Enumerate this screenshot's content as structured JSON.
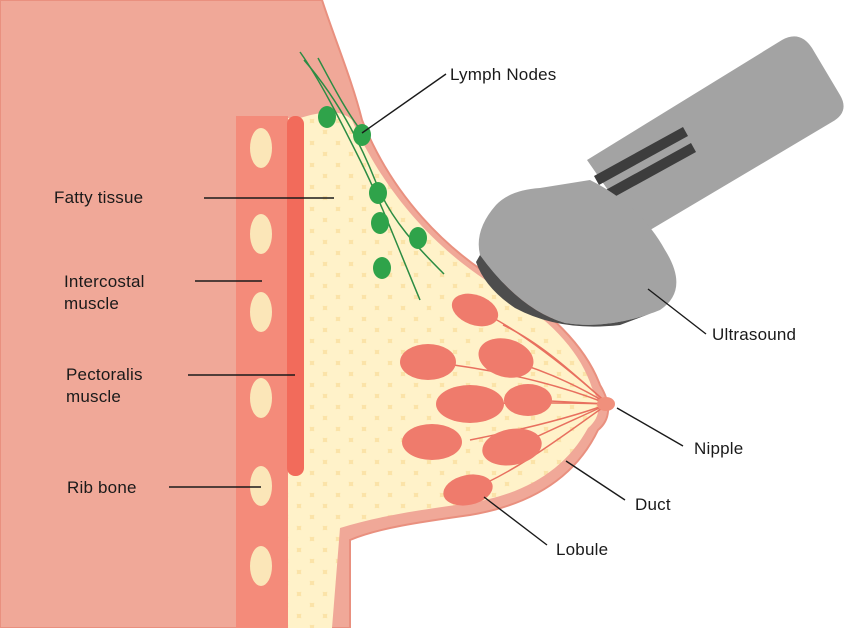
{
  "colors": {
    "skin": "#f0a898",
    "skin_outline": "#e9907f",
    "muscle_band": "#f48b7a",
    "pectoralis": "#f26b5b",
    "rib": "#fbe6b8",
    "fatty_tissue": "#fbe3a8",
    "fat_cells": "#fff2c9",
    "lobule": "#ef7b6c",
    "duct": "#e8705f",
    "lymph_node": "#2fa34a",
    "lymph_vessel": "#2c8c43",
    "probe": "#a3a3a3",
    "probe_head": "#4d4d4d",
    "probe_grip": "#3d3d3d"
  },
  "labels": {
    "lymph_nodes": "Lymph Nodes",
    "fatty_tissue": "Fatty tissue",
    "intercostal_line1": "Intercostal",
    "intercostal_line2": "muscle",
    "pectoralis_line1": "Pectoralis",
    "pectoralis_line2": "muscle",
    "rib_bone": "Rib bone",
    "ultrasound": "Ultrasound",
    "nipple": "Nipple",
    "duct": "Duct",
    "lobule": "Lobule"
  }
}
